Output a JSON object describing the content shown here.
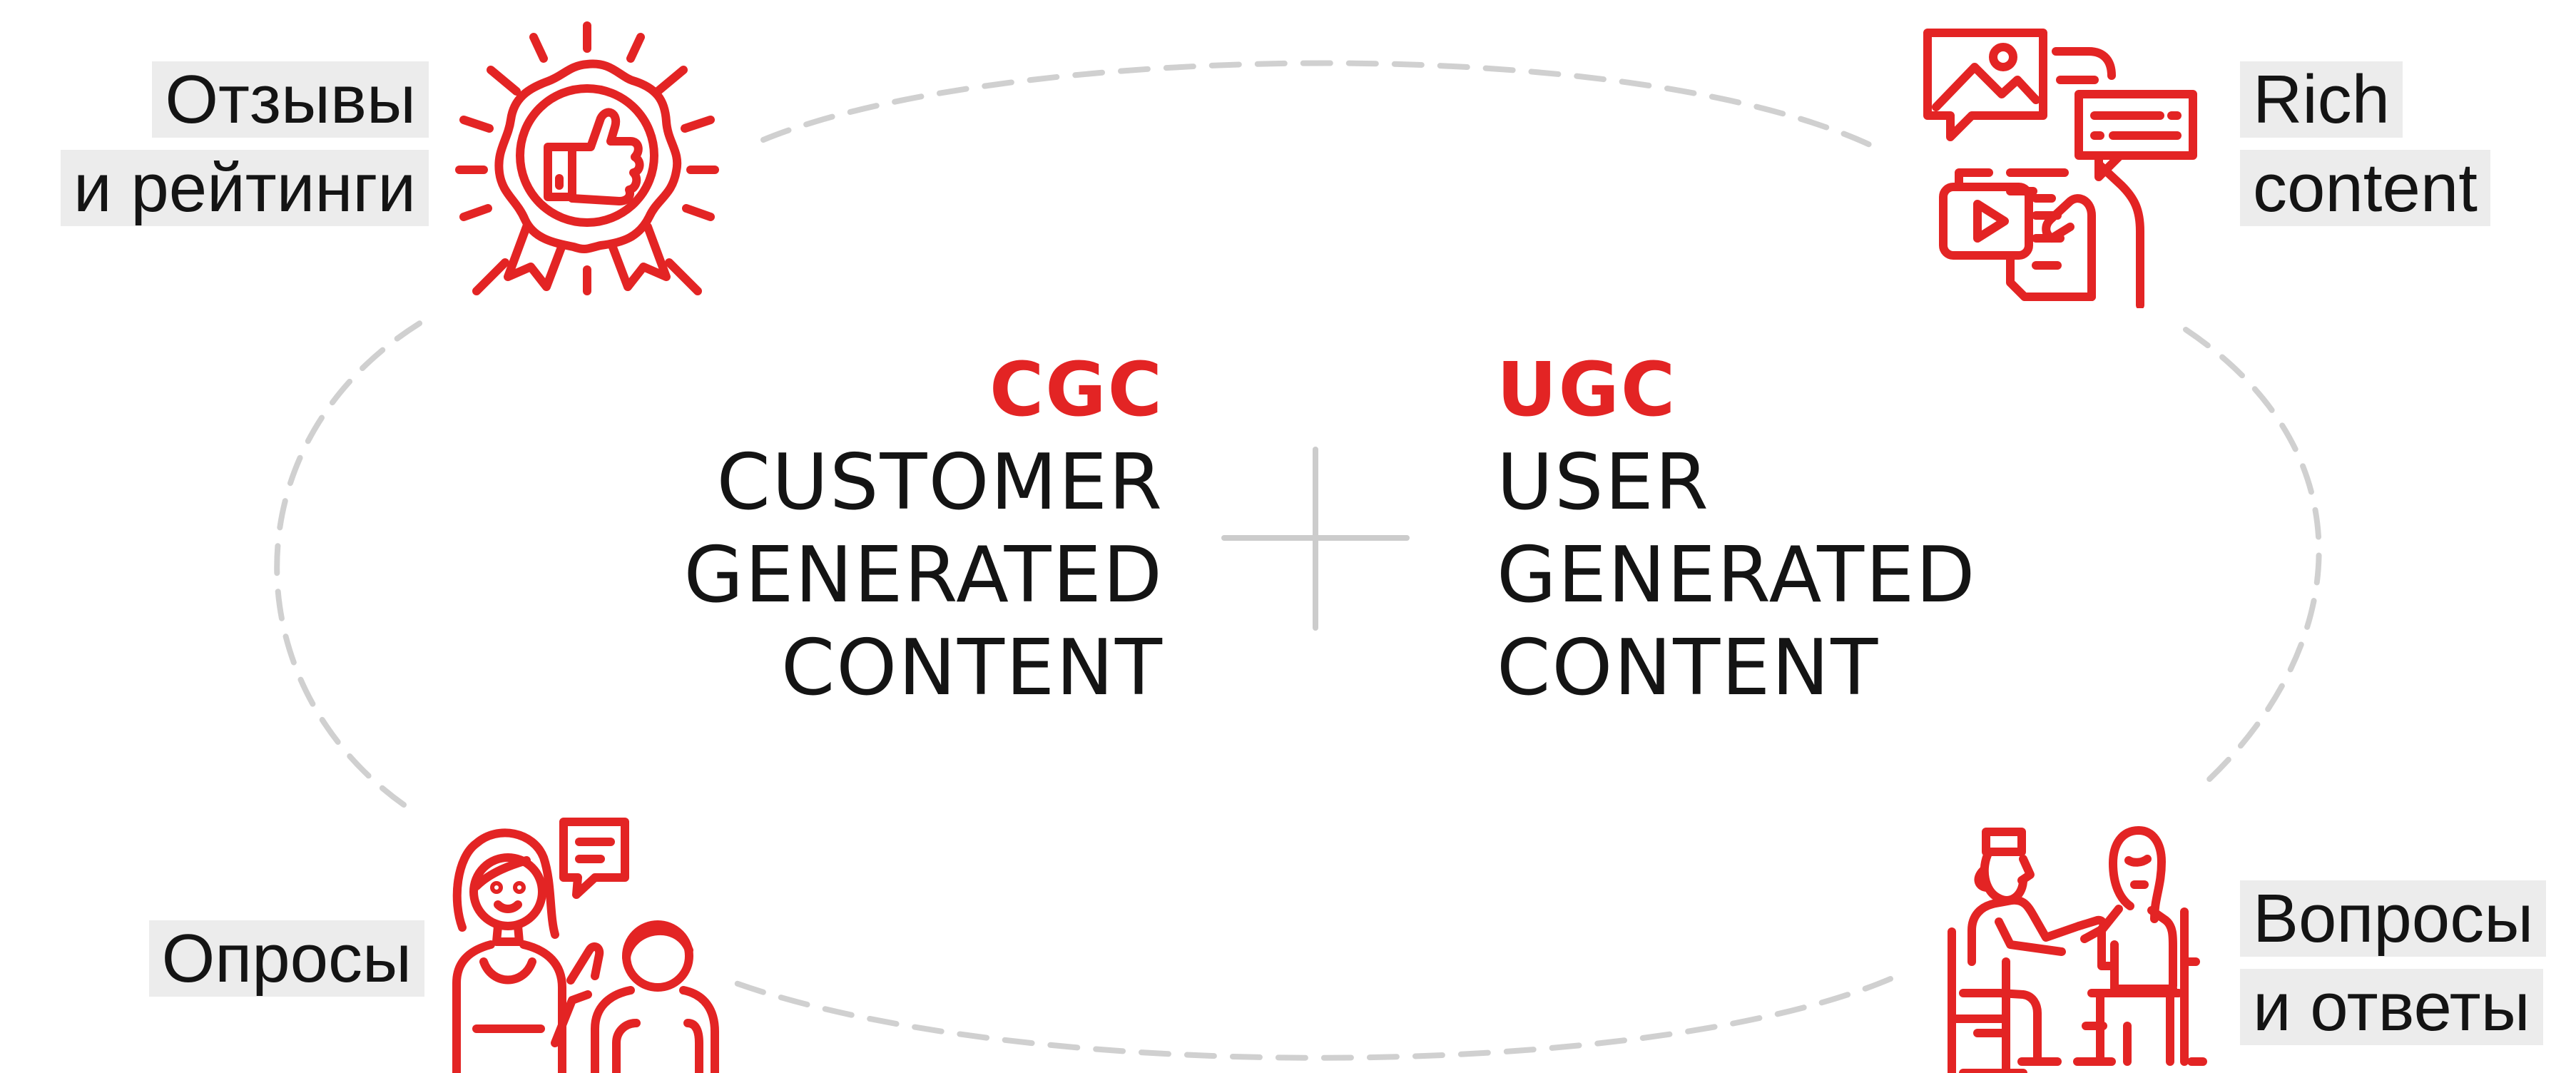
{
  "colors": {
    "accent": "#e32424",
    "text": "#141414",
    "label_background": "#ececec",
    "dashed_ellipse": "#d0d0d0",
    "divider": "#cccccc"
  },
  "center": {
    "left": {
      "abbreviation": "CGC",
      "lines": [
        "CUSTOMER",
        "GENERATED",
        "CONTENT"
      ]
    },
    "right": {
      "abbreviation": "UGC",
      "lines": [
        "USER",
        "GENERATED",
        "CONTENT"
      ]
    }
  },
  "nodes": {
    "top_left": {
      "lines": [
        "Отзывы",
        "и рейтинги"
      ],
      "icon": "award-thumbs-up-icon"
    },
    "top_right": {
      "lines": [
        "Rich",
        "content"
      ],
      "icon": "rich-media-content-icon"
    },
    "bottom_left": {
      "lines": [
        "Опросы"
      ],
      "icon": "survey-people-chat-icon"
    },
    "bottom_right": {
      "lines": [
        "Вопросы",
        "и ответы"
      ],
      "icon": "question-answer-interview-icon"
    }
  }
}
